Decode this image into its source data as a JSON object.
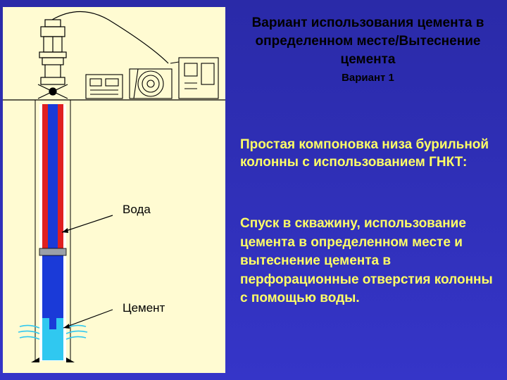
{
  "header": {
    "title": "Вариант использования цемента в определенном месте/Вытеснение цемента",
    "subtitle": "Вариант 1"
  },
  "labels": {
    "water": "Вода",
    "cement": "Цемент"
  },
  "text": {
    "assembly": "Простая компоновка низа бурильной колонны с использованием ГНКТ:",
    "process": "Спуск в скважину, использование цемента в определенном месте и вытеснение цемента в перфорационные отверстия колонны с помощью воды."
  },
  "colors": {
    "panel": "#fffbd2",
    "background": "#2f2fb8",
    "water": "#e02020",
    "tubing": "#1a3ad8",
    "cement": "#30c8f0",
    "text_highlight": "#ffff66"
  },
  "icons": [
    "injector-head-icon",
    "coiled-tubing-reel-icon",
    "control-cabin-icon",
    "power-pack-icon"
  ]
}
